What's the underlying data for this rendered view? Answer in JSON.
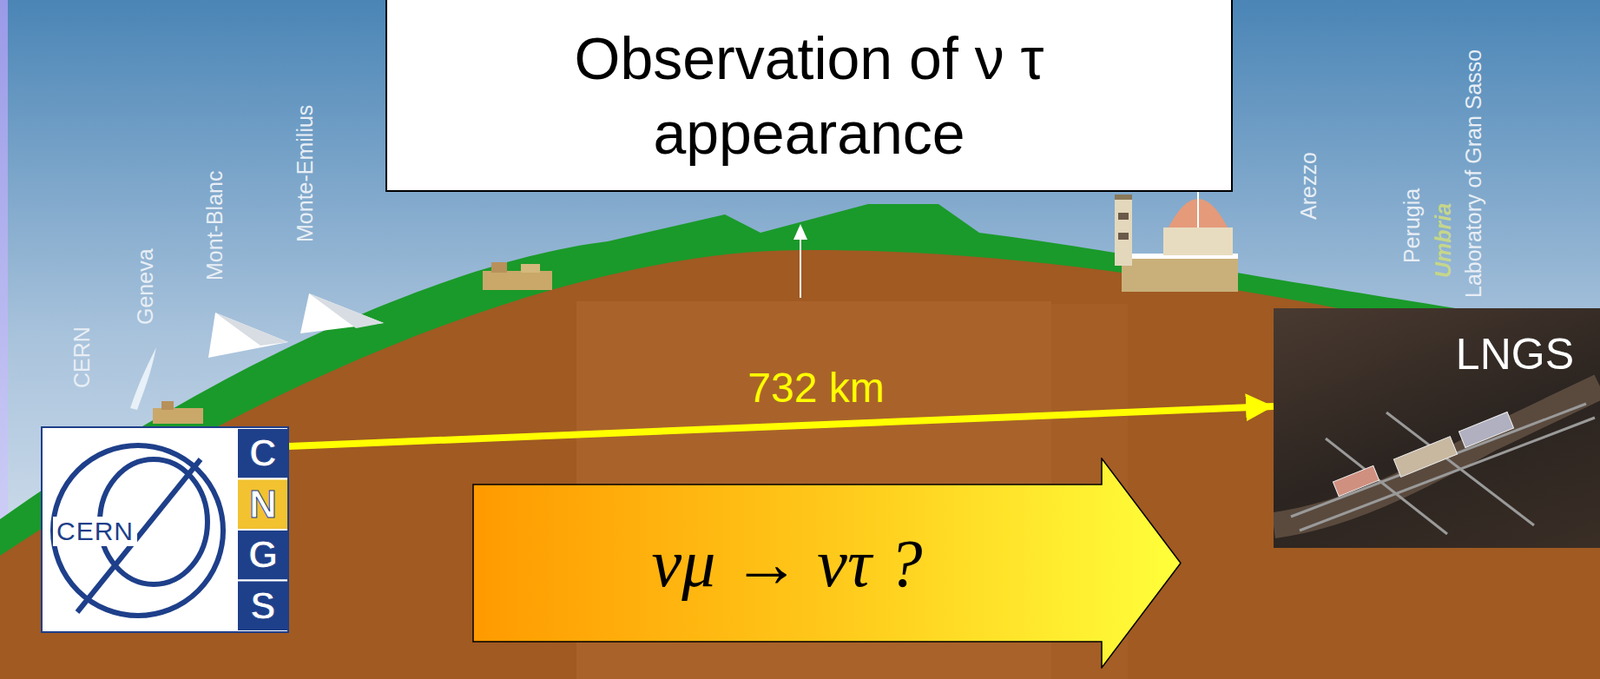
{
  "diagram": {
    "title": "Observation of ν τ appearance",
    "nodes": [
      {
        "text": [
          "CERN",
          "CNGS"
        ]
      },
      {
        "text": [
          "LNGS"
        ]
      },
      {
        "text": [
          "νμ → ντ ?"
        ]
      }
    ],
    "edges": [
      {
        "from": 0,
        "to": 1,
        "arrow": "to",
        "label": "732 km"
      }
    ],
    "labels": [
      "CERN",
      "Geneva",
      "Mont-Blanc",
      "Monte-Emilius",
      "Arezzo",
      "Perugia",
      "Umbria",
      "Laboratory of Gran Sasso"
    ]
  }
}
